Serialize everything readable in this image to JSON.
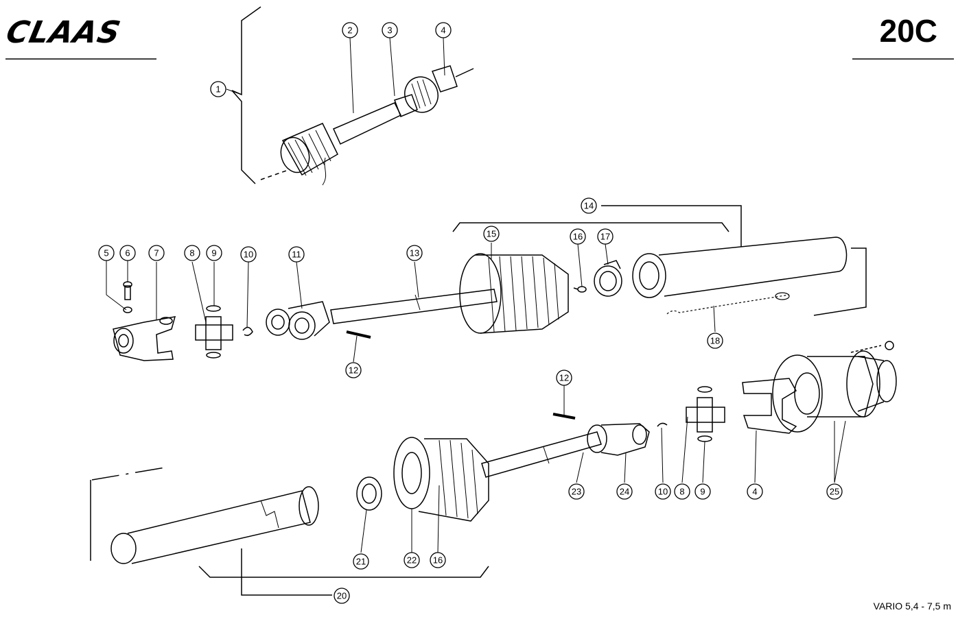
{
  "header": {
    "brand": "CLAAS",
    "page_number": "20C"
  },
  "footer": {
    "model": "VARIO 5,4 - 7,5 m"
  },
  "callouts": [
    {
      "id": "c1",
      "text": "1"
    },
    {
      "id": "c2",
      "text": "2"
    },
    {
      "id": "c3",
      "text": "3"
    },
    {
      "id": "c4a",
      "text": "4"
    },
    {
      "id": "c5",
      "text": "5"
    },
    {
      "id": "c6",
      "text": "6"
    },
    {
      "id": "c7",
      "text": "7"
    },
    {
      "id": "c8a",
      "text": "8"
    },
    {
      "id": "c9a",
      "text": "9"
    },
    {
      "id": "c10a",
      "text": "10"
    },
    {
      "id": "c11",
      "text": "11"
    },
    {
      "id": "c12a",
      "text": "12"
    },
    {
      "id": "c13",
      "text": "13"
    },
    {
      "id": "c14",
      "text": "14"
    },
    {
      "id": "c15",
      "text": "15"
    },
    {
      "id": "c16a",
      "text": "16"
    },
    {
      "id": "c17",
      "text": "17"
    },
    {
      "id": "c18",
      "text": "18"
    },
    {
      "id": "c12b",
      "text": "12"
    },
    {
      "id": "c23",
      "text": "23"
    },
    {
      "id": "c24",
      "text": "24"
    },
    {
      "id": "c10b",
      "text": "10"
    },
    {
      "id": "c8b",
      "text": "8"
    },
    {
      "id": "c9b",
      "text": "9"
    },
    {
      "id": "c4b",
      "text": "4"
    },
    {
      "id": "c25",
      "text": "25"
    },
    {
      "id": "c21",
      "text": "21"
    },
    {
      "id": "c22",
      "text": "22"
    },
    {
      "id": "c16b",
      "text": "16"
    },
    {
      "id": "c20",
      "text": "20"
    }
  ]
}
